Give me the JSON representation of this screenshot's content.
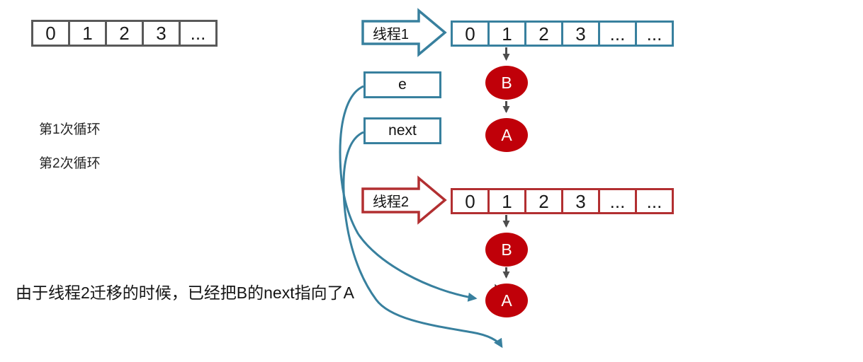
{
  "colors": {
    "teal": "#38809e",
    "red": "#b22f31",
    "node-red": "#c00009",
    "gray": "#595959",
    "arrow-gray": "#4d4d4d"
  },
  "plain_array": {
    "cells": [
      "0",
      "1",
      "2",
      "3",
      "..."
    ]
  },
  "loops": {
    "first": "第1次循环",
    "second": "第2次循环"
  },
  "pointers": {
    "e": "e",
    "next": "next"
  },
  "thread1": {
    "label": "线程1",
    "cells": [
      "0",
      "1",
      "2",
      "3",
      "...",
      "..."
    ],
    "nodes": [
      "B",
      "A"
    ]
  },
  "thread2": {
    "label": "线程2",
    "cells": [
      "0",
      "1",
      "2",
      "3",
      "...",
      "..."
    ],
    "nodes": [
      "B",
      "A"
    ]
  },
  "caption": "由于线程2迁移的时候，已经把B的next指向了A"
}
